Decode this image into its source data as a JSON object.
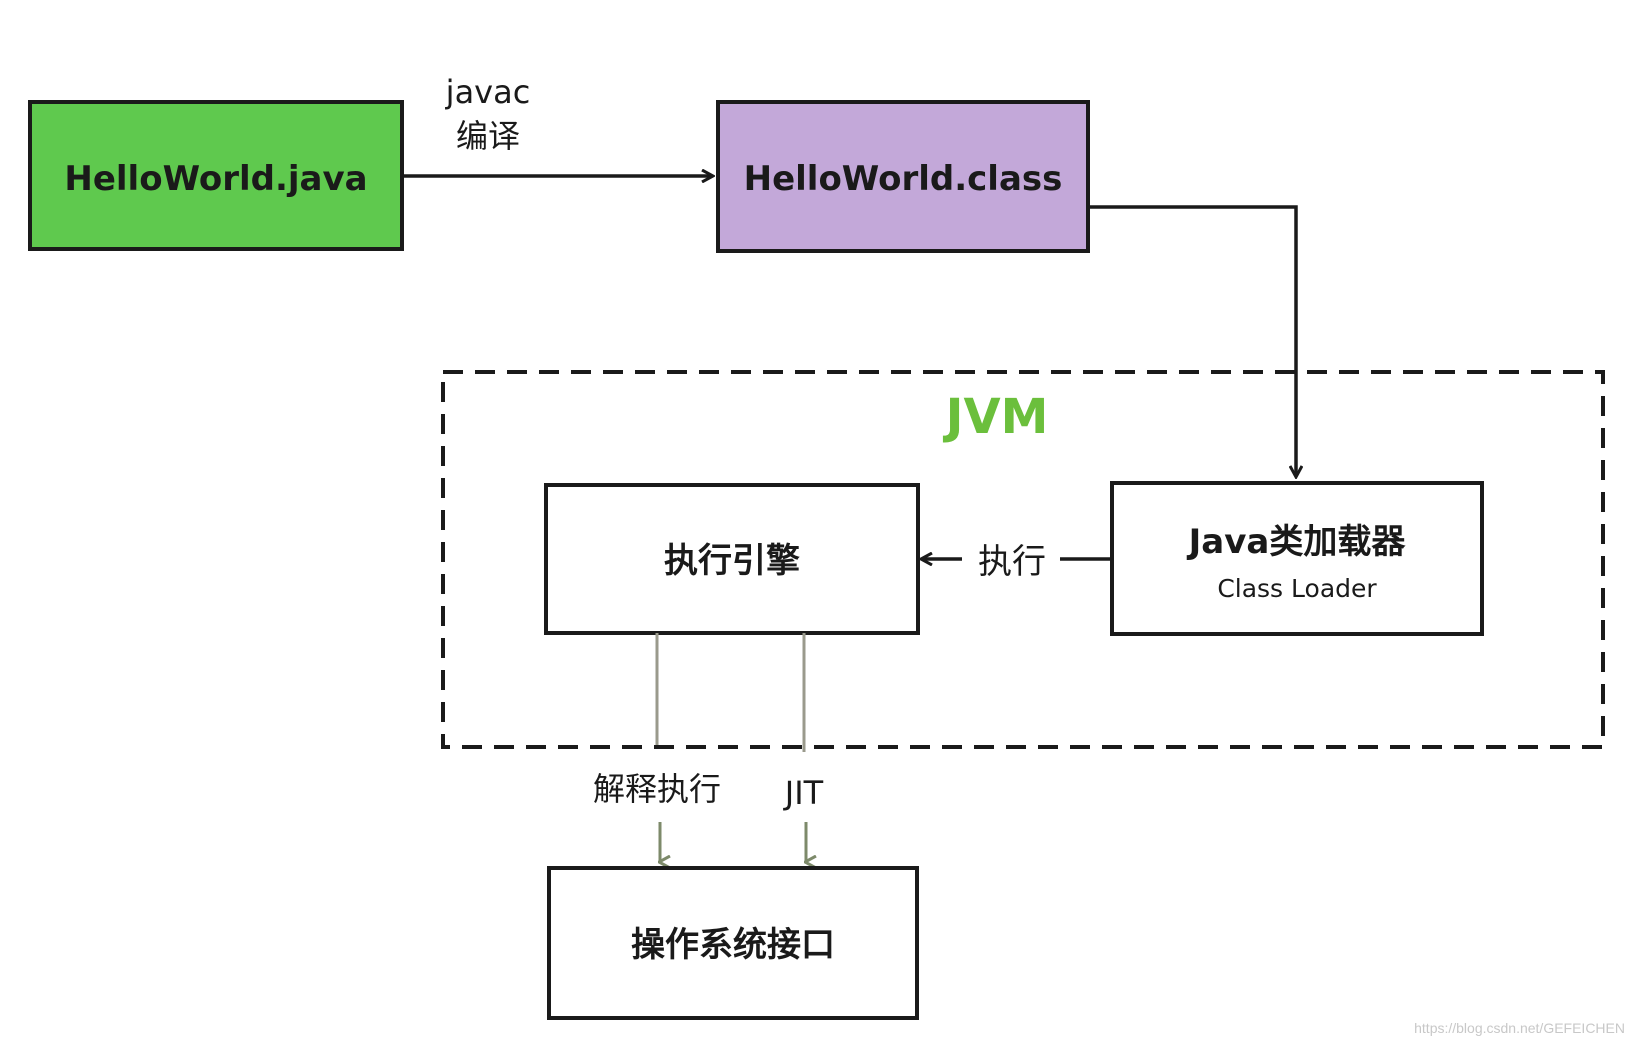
{
  "nodes": {
    "source": {
      "label": "HelloWorld.java"
    },
    "bytecode": {
      "label": "HelloWorld.class"
    },
    "engine": {
      "label": "执行引擎"
    },
    "loader": {
      "label": "Java类加载器",
      "sublabel": "Class Loader"
    },
    "os": {
      "label": "操作系统接口"
    }
  },
  "edges": {
    "compile": {
      "line1": "javac",
      "line2": "编译"
    },
    "execute": {
      "label": "执行"
    },
    "interpret": {
      "label": "解释执行"
    },
    "jit": {
      "label": "JIT"
    }
  },
  "container": {
    "label": "JVM"
  },
  "colors": {
    "source_fill": "#5fc94e",
    "bytecode_fill": "#c3a8d9",
    "jvm_label": "#6bbf3c",
    "stroke": "#1a1a1a",
    "os_arrow": "#7d8a6a"
  },
  "watermark": "https://blog.csdn.net/GEFEICHEN"
}
